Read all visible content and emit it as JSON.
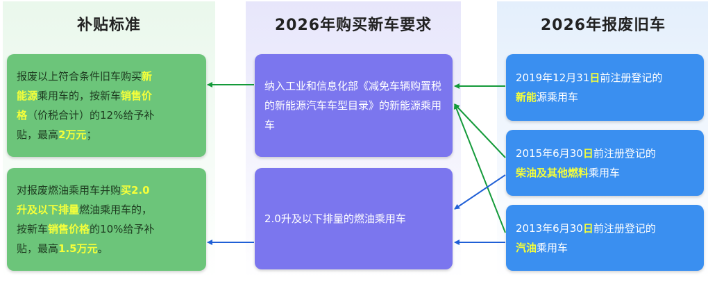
{
  "columns": {
    "left_title": "补贴标准",
    "middle_title": "2026年购买新车要求",
    "right_title": "2026年报废旧车"
  },
  "subsidy": {
    "box1": {
      "a": "报废以上符合条件旧车购买",
      "b": "新",
      "c": "能源",
      "d": "乘用车的，按新车",
      "e": "销售价",
      "f": "格",
      "g": "（价税合计）的12%给予补",
      "h": "贴，最高",
      "i": "2万元",
      "j": "；"
    },
    "box2": {
      "a": "对报废燃油乘用车并购",
      "b": "买2.0",
      "c": "升及以下排量",
      "d": "燃油",
      "e": "乘用车的，",
      "f": "按新车",
      "g": "销售价格",
      "h": "的10%给予补",
      "i": "贴，最高",
      "j": "1.5万元",
      "k": "。"
    }
  },
  "requirements": {
    "box1": "纳入工业和信息化部《减免车辆购置税的新能源汽车车型目录》的新能源乘用车",
    "box2": "2.0升及以下排量的燃油乘用车"
  },
  "scrap": {
    "box1": {
      "a": "2019年12月31",
      "b": "日",
      "c": "前注册登记的",
      "d": "新能",
      "e": "源",
      "f": "乘用车"
    },
    "box2": {
      "a": "2015年6月30",
      "b": "日",
      "c": "前注册登记的",
      "d": "柴油及其他燃料",
      "e": "乘用车"
    },
    "box3": {
      "a": "2013年6月30",
      "b": "日",
      "c": "前注册登记的",
      "d": "汽油",
      "e": "乘用车"
    }
  },
  "colors": {
    "highlight": "#f5ff3a",
    "green_arrow": "#149a3a",
    "blue_arrow": "#1f5fd6"
  }
}
